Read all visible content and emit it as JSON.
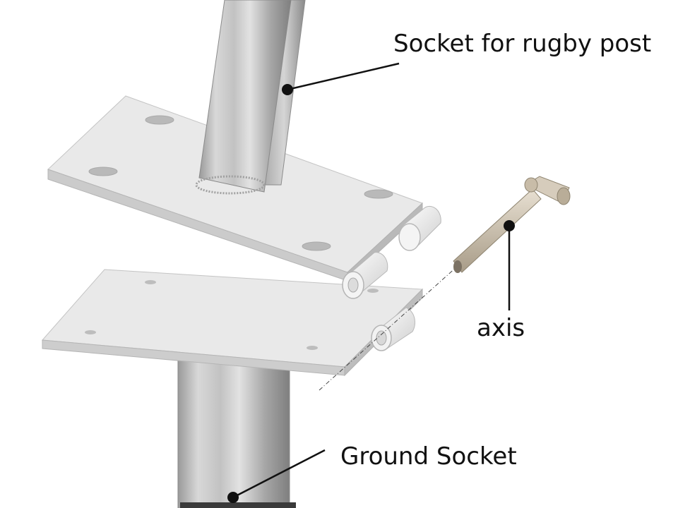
{
  "labels": {
    "socket_for_rugby_post": "Socket for rugby post",
    "axis": "axis",
    "ground_socket": "Ground Socket"
  },
  "colors": {
    "background": "#ffffff",
    "plate_top": "#e7e7e7",
    "plate_edge": "#c9c9c9",
    "pipe_mid": "#d0d0d0",
    "pipe_dark": "#8f8f8f",
    "axis_rod": "#d2c8b8",
    "leader": "#111111"
  }
}
